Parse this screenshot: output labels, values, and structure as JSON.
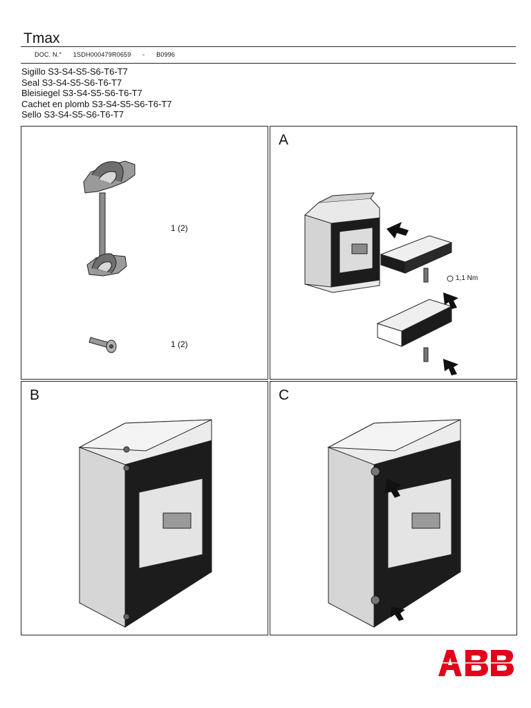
{
  "header": {
    "brand": "Tmax",
    "doc_label": "DOC. N.°",
    "doc_number": "1SDH000479R0659",
    "separator": "-",
    "revision": "B0996"
  },
  "titles": [
    "Sigillo S3-S4-S5-S6-T6-T7",
    "Seal S3-S4-S5-S6-T6-T7",
    "Bleisiegel S3-S4-S5-S6-T6-T7",
    "Cachet en plomb S3-S4-S5-S6-T6-T7",
    "Sello S3-S4-S5-S6-T6-T7"
  ],
  "panels": {
    "parts": {
      "qty_seal": "1 (2)",
      "qty_screw": "1 (2)"
    },
    "a": {
      "letter": "A",
      "torque": "1,1 Nm"
    },
    "b": {
      "letter": "B"
    },
    "c": {
      "letter": "C"
    }
  },
  "logo": {
    "text": "ABB",
    "color": "#e2001a"
  }
}
